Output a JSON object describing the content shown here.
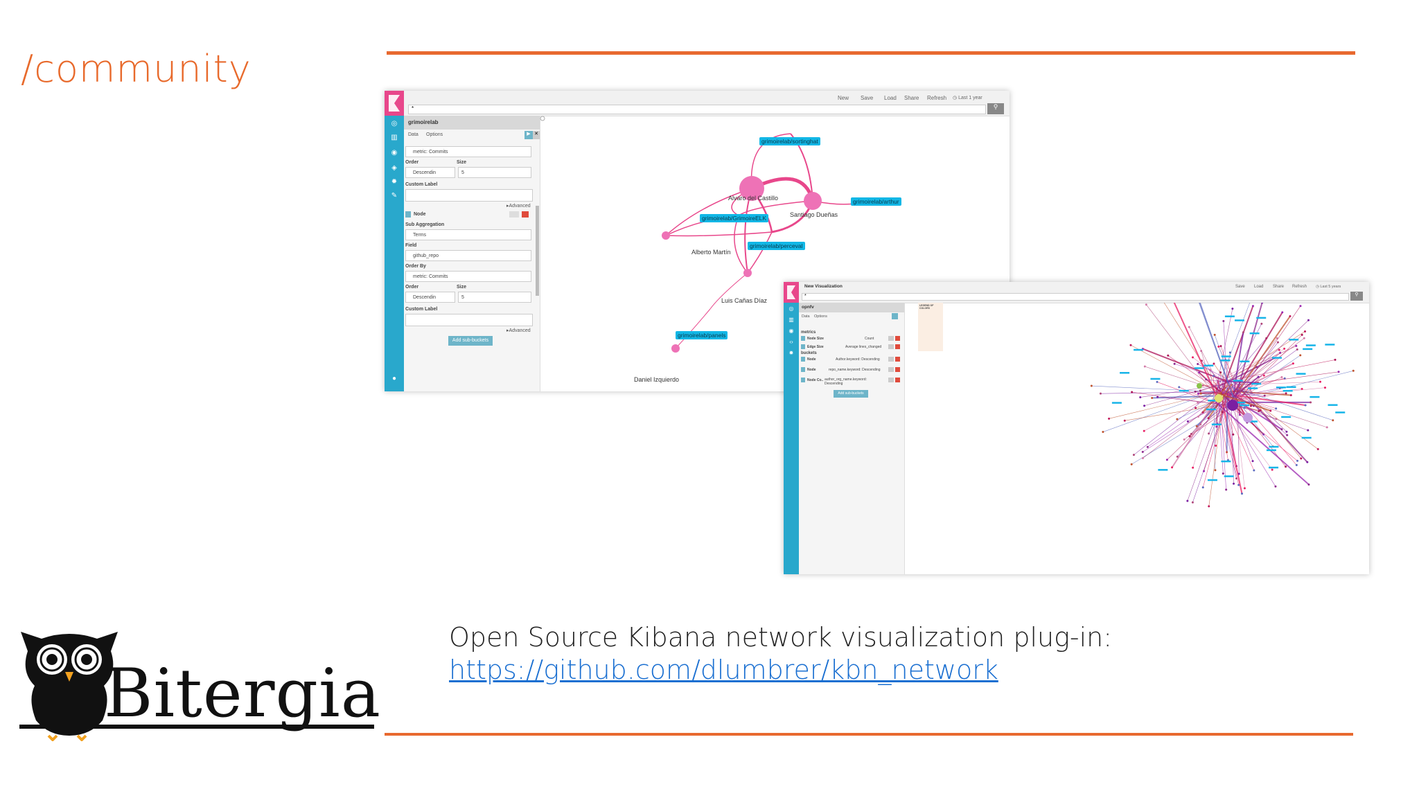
{
  "slide": {
    "title": "/community",
    "caption": "Open Source Kibana network visualization plug-in:",
    "link": "https://github.com/dlumbrer/kbn_network",
    "logo_text": "Bitergia",
    "colors": {
      "accent": "#e8692f",
      "link": "#1a6fd1",
      "kibana_pink": "#e8478b",
      "kibana_teal": "#29a8cc"
    }
  },
  "screenshot1": {
    "nav": [
      "New",
      "Save",
      "Load",
      "Share",
      "Refresh"
    ],
    "time": "Last 1 year",
    "search_value": "*",
    "index_title": "grimoirelab",
    "tabs": [
      "Data",
      "Options"
    ],
    "metric_select": "metric: Commits",
    "order_label": "Order",
    "size_label": "Size",
    "order_value": "Descendin",
    "size_value": "5",
    "custom_label": "Custom Label",
    "advanced": "Advanced",
    "node_label": "Node",
    "sub_agg_label": "Sub Aggregation",
    "sub_agg_value": "Terms",
    "field_label": "Field",
    "field_value": "github_repo",
    "order_by_label": "Order By",
    "order_by_value": "metric: Commits",
    "order_label2": "Order",
    "size_label2": "Size",
    "order_value2": "Descendin",
    "size_value2": "5",
    "custom_label2": "Custom Label",
    "advanced2": "Advanced",
    "add_button": "Add sub-buckets",
    "people": [
      "Alvaro del Castillo",
      "Santiago Dueñas",
      "Alberto Martín",
      "Luis Cañas Díaz",
      "Daniel Izquierdo"
    ],
    "repos": [
      "grimoirelab/sortinghat",
      "grimoirelab/arthur",
      "grimoirelab/GrimoireELK",
      "grimoirelab/perceval",
      "grimoirelab/panels"
    ]
  },
  "screenshot2": {
    "title": "New Visualization",
    "nav": [
      "Save",
      "Load",
      "Share",
      "Refresh"
    ],
    "time": "Last 5 years",
    "index_title": "opnfv",
    "tabs": [
      "Data",
      "Options"
    ],
    "metrics_label": "metrics",
    "metric_rows": [
      {
        "name": "Node Size",
        "value": "Count"
      },
      {
        "name": "Edge Size",
        "value": "Average lines_changed"
      }
    ],
    "buckets_label": "buckets",
    "bucket_rows": [
      {
        "name": "Node",
        "value": "Author.keyword: Descending"
      },
      {
        "name": "Node",
        "value": "repo_name.keyword: Descending"
      },
      {
        "name": "Node Co..",
        "value": "author_org_name.keyword: Descending"
      }
    ],
    "add_button": "Add sub-buckets",
    "legend_title": "LEGEND OF COLORS"
  }
}
